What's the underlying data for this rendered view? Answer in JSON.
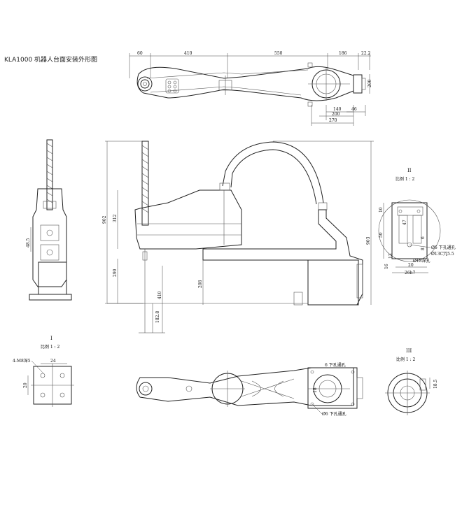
{
  "title": "KLA1000 机器人台面安装外形图",
  "top_view": {
    "dims_top": [
      "60",
      "410",
      "550",
      "186",
      "22.2"
    ],
    "dims_right": [
      "200"
    ],
    "dims_bottom": [
      "140",
      "200",
      "270",
      "46"
    ]
  },
  "side_view": {
    "dims_left": [
      "902",
      "312",
      "290"
    ],
    "dims_right": [
      "903"
    ],
    "dims_inner": [
      "208",
      "410",
      "182.8"
    ],
    "side_small": [
      "48.5"
    ]
  },
  "detail_i": {
    "label": "I",
    "scale": "比例 1 : 2",
    "hole_note": "4-M8深5",
    "dim_w": "24",
    "dim_h": "20"
  },
  "detail_ii": {
    "label": "II",
    "scale": "比例 1 : 2",
    "dims": [
      "10",
      "50",
      "47",
      "6",
      "13",
      "16",
      "8",
      "20",
      "26h7"
    ],
    "note1": "Ø6 下孔通孔",
    "note2": "Ø13C冗5.5",
    "note3": "Ø18深孔"
  },
  "detail_iii": {
    "label": "III",
    "scale": "比例 1 : 2",
    "dim": "18.5"
  },
  "bottom_view": {
    "note_top": "6 下孔通孔",
    "note_bottom": "Ø6 下孔通孔",
    "dim": "18"
  }
}
